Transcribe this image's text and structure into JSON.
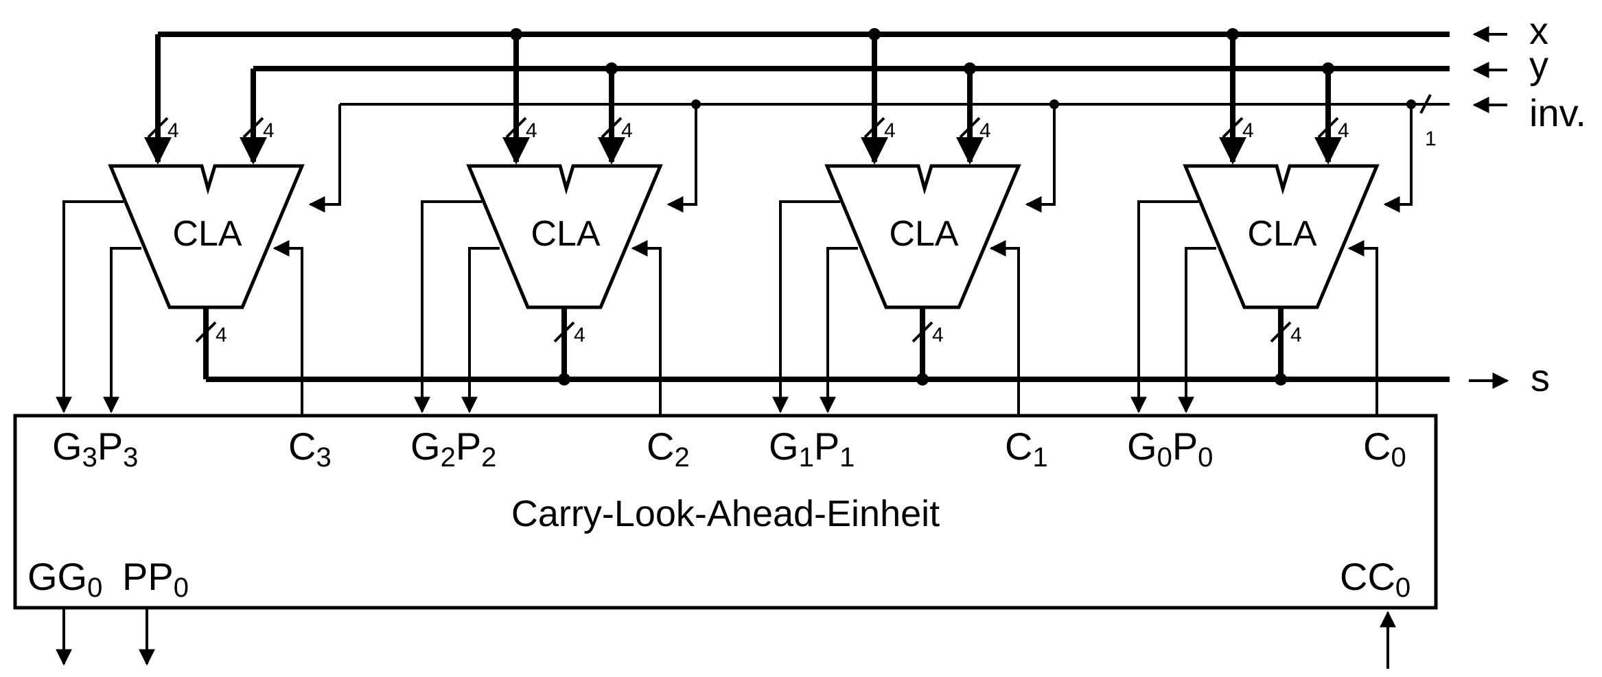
{
  "inputs": {
    "x": "x",
    "y": "y",
    "inv": "inv."
  },
  "output": {
    "s": "s"
  },
  "adder_label": "CLA",
  "bus_width_4": "4",
  "bus_width_1": "1",
  "blocks": [
    {
      "g": "G",
      "p": "P",
      "c": "C",
      "index": "3"
    },
    {
      "g": "G",
      "p": "P",
      "c": "C",
      "index": "2"
    },
    {
      "g": "G",
      "p": "P",
      "c": "C",
      "index": "1"
    },
    {
      "g": "G",
      "p": "P",
      "c": "C",
      "index": "0"
    }
  ],
  "cla_unit": {
    "title": "Carry-Look-Ahead-Einheit",
    "gg": "GG",
    "gg_sub": "0",
    "pp": "PP",
    "pp_sub": "0",
    "cc": "CC",
    "cc_sub": "0"
  }
}
